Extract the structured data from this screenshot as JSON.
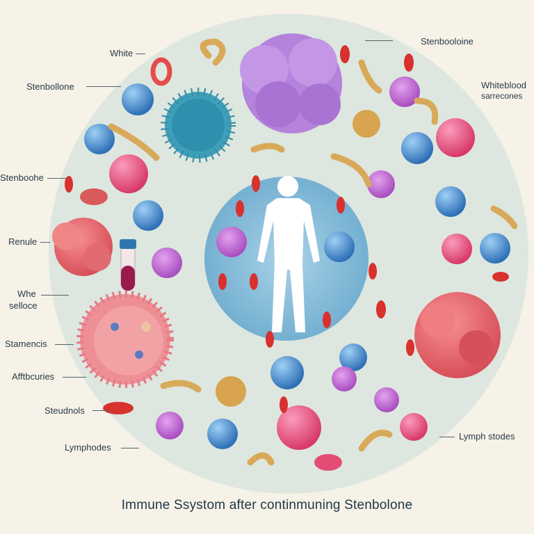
{
  "title": "Immune Ssystom  after continmuning Stenbolone",
  "labels": {
    "white": "White",
    "stenbollone": "Stenbollone",
    "stenbooline": "Stenbooloine",
    "whiteblood_line1": "Whiteblood",
    "whiteblood_line2": "sarrecones",
    "stenboohe": "Stenboohe",
    "renule": "Renule",
    "whe_line1": "Whe",
    "whe_line2": "selloce",
    "stamencis": "Stamencis",
    "afftbcuries": "Afftbcuries",
    "steudnols": "Steudnols",
    "lymphodes": "Lymphodes",
    "lymph_stodes": "Lymph stodes"
  },
  "colors": {
    "background": "#f6f2e7",
    "outer_circle": "#dde7df",
    "inner_circle": "#86bcd8",
    "blue_cell": "#3f86c9",
    "pink_cell": "#e9557f",
    "purple_cell": "#b45cc8",
    "red_cell": "#d8312e",
    "tan": "#d9a95a"
  }
}
